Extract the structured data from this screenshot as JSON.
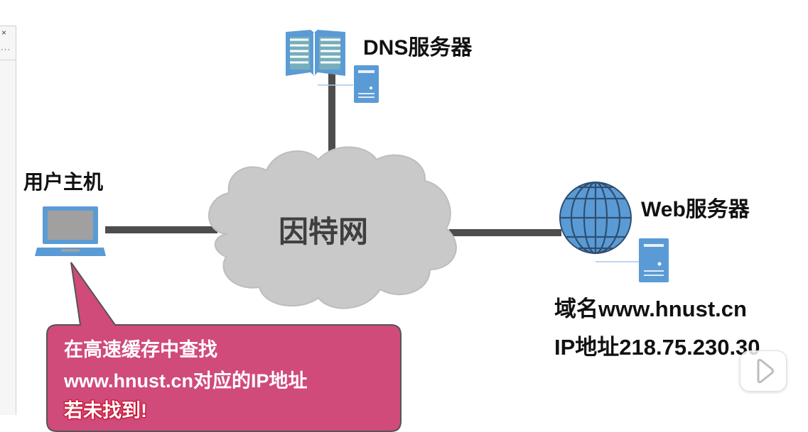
{
  "diagram": {
    "dns_label": "DNS服务器",
    "host_label": "用户主机",
    "internet_label": "因特网",
    "web_label": "Web服务器",
    "domain_text": "域名www.hnust.cn",
    "ip_text": "IP地址218.75.230.30"
  },
  "callout": {
    "line1": "在高速缓存中查找",
    "line2": "www.hnust.cn对应的IP地址",
    "line3": "若未找到!"
  },
  "window_fragment": {
    "close_glyph": "×",
    "more_glyph": "···"
  },
  "colors": {
    "icon_blue": "#5b9bd5",
    "cloud_gray": "#c9c9c9",
    "callout_pink": "#d04a7a",
    "link_gray": "#4d4d4d"
  },
  "icons": [
    "book-icon",
    "server-icon",
    "laptop-icon",
    "cloud-icon",
    "globe-icon",
    "play-icon"
  ]
}
